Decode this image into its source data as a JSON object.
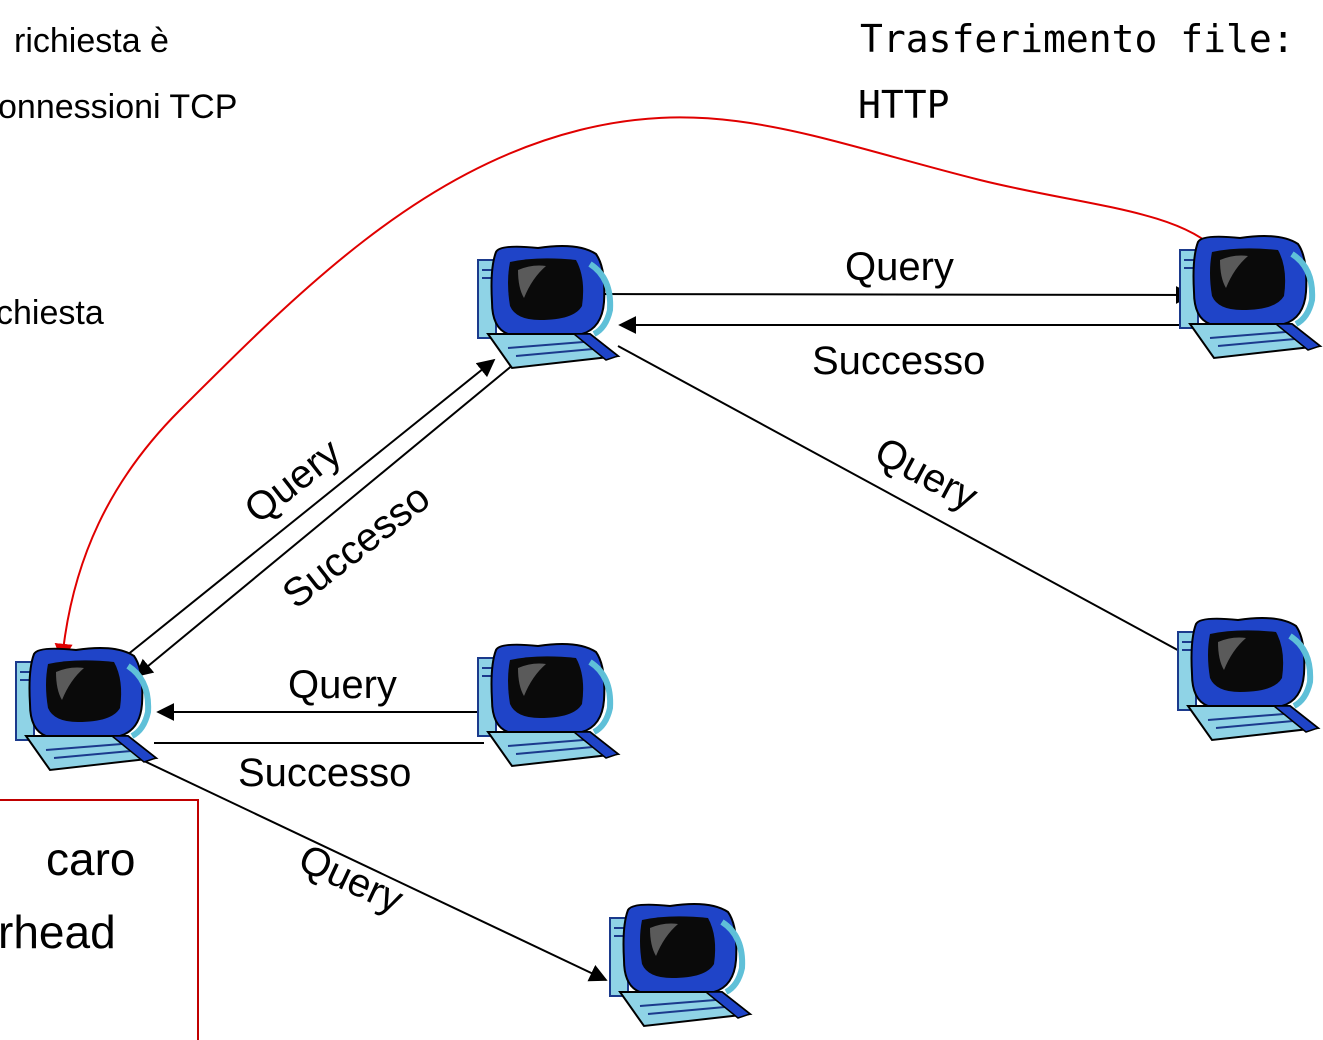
{
  "left_notes": {
    "line1": "richiesta è",
    "line2": "onnessioni TCP",
    "line3": "chiesta"
  },
  "transfer_note": {
    "line1": "Trasferimento file:",
    "line2": "HTTP"
  },
  "callout": {
    "line1": "caro",
    "line2": "rhead",
    "border_color": "#c00000"
  },
  "edge_labels": {
    "top_query": "Query",
    "top_success": "Successo",
    "diag_right_query": "Query",
    "diag_left_query": "Query",
    "diag_left_success": "Successo",
    "mid_query": "Query",
    "mid_success": "Successo",
    "bottom_query": "Query"
  },
  "colors": {
    "http_arrow": "#e00000",
    "edges": "#000000",
    "monitor_body": "#1f44c8",
    "monitor_screen": "#0a0a0a",
    "tower": "#8fd3e6"
  },
  "icons": {
    "computer": "desktop-computer-icon"
  }
}
